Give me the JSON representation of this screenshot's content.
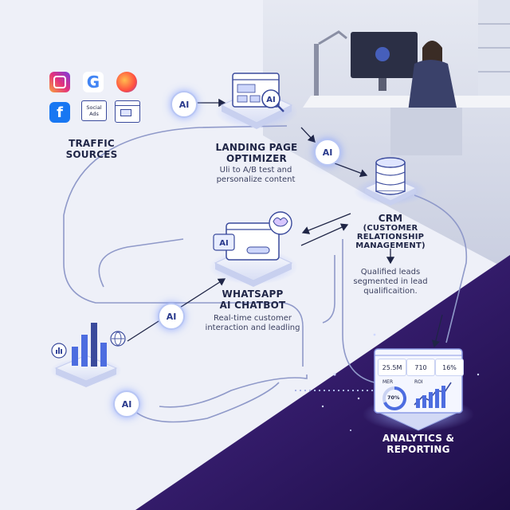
{
  "diagram": {
    "traffic_sources": {
      "title_line1": "TRAFFIC",
      "title_line2": "SOURCES",
      "social_ads_line1": "Social",
      "social_ads_line2": "Ads",
      "google_letter": "G",
      "facebook_letter": "f"
    },
    "ai_label": "AI",
    "landing_page": {
      "title_line1": "LANDING PAGE",
      "title_line2": "OPTIMIZER",
      "desc_line1": "Uli to A/B test and",
      "desc_line2": "personalize content"
    },
    "crm": {
      "title_line1": "CRM",
      "title_line2": "(CUSTOMER",
      "title_line3": "RELATIONSHIP",
      "title_line4": "MANAGEMENT)",
      "desc_line1": "Qualified leads",
      "desc_line2": "segmented in lead",
      "desc_line3": "qualificaition."
    },
    "chatbot": {
      "title_line1": "WHATSAPP",
      "title_line2": "AI CHATBOT",
      "desc_line1": "Real-time customer",
      "desc_line2": "interaction and leadling"
    },
    "analytics": {
      "title_line1": "ANALYTICS &",
      "title_line2": "REPORTING",
      "metric1": "25.5M",
      "metric2": "710",
      "metric3": "16%",
      "gauge_label": "MER",
      "gauge_value": "70%",
      "roi_label": "ROI"
    }
  },
  "colors": {
    "accent": "#2a3a8c",
    "purple_dark": "#2a1457",
    "light_bg": "#eef0f8"
  }
}
